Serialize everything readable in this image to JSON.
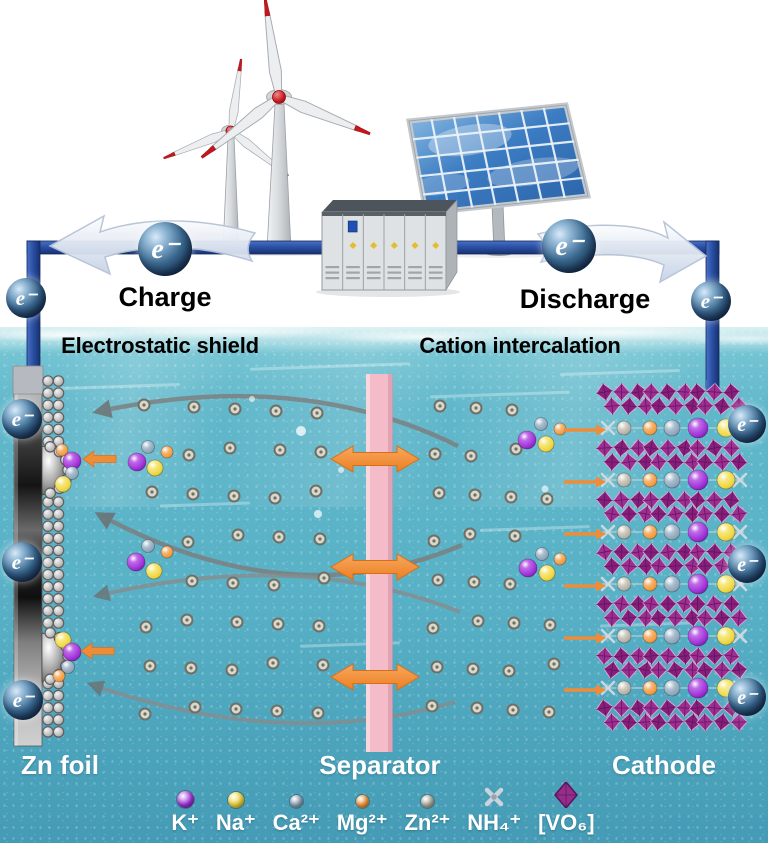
{
  "electron_label": "e⁻",
  "top": {
    "charge_label": "Charge",
    "discharge_label": "Discharge"
  },
  "cell": {
    "left_heading": "Electrostatic shield",
    "right_heading": "Cation intercalation",
    "anode_label": "Zn foil",
    "separator_label": "Separator",
    "cathode_label": "Cathode"
  },
  "legend": {
    "items": [
      {
        "name": "k-ion",
        "label": "K⁺",
        "shape": "sphere",
        "color": "#a032d8",
        "dark": "#5c0f8a",
        "size": 17
      },
      {
        "name": "na-ion",
        "label": "Na⁺",
        "shape": "sphere",
        "color": "#efd43e",
        "dark": "#b1920e",
        "size": 16
      },
      {
        "name": "ca-ion",
        "label": "Ca²⁺",
        "shape": "sphere",
        "color": "#8ba2b5",
        "dark": "#4f6375",
        "size": 13
      },
      {
        "name": "mg-ion",
        "label": "Mg²⁺",
        "shape": "sphere",
        "color": "#f29638",
        "dark": "#b05e10",
        "size": 13
      },
      {
        "name": "zn-ion",
        "label": "Zn²⁺",
        "shape": "sphere",
        "color": "#b0aea2",
        "dark": "#6e6c60",
        "size": 13
      },
      {
        "name": "nh4-ion",
        "label": "NH₄⁺",
        "shape": "cross",
        "color": "#ccd3dc",
        "dark": "#9aa2ae",
        "size": 20
      },
      {
        "name": "vo6-unit",
        "label": "[VO₆]",
        "shape": "diamond",
        "color": "#952d8a",
        "dark": "#5e1258",
        "size": 20
      }
    ]
  },
  "palette": {
    "water": "#58b1c6",
    "wire_blue": "#2b51a6",
    "separator_pink": "#f4bcc8",
    "arrow_orange": "#ee8c38",
    "octahedra_purple": "#952d8a",
    "charge_blue": "#1272b8",
    "discharge_red": "#b01217",
    "heading_navy": "#1b2a45",
    "gray_ion_fill": "#d8d8cc",
    "gray_ion_ring": "#6f6f66"
  }
}
